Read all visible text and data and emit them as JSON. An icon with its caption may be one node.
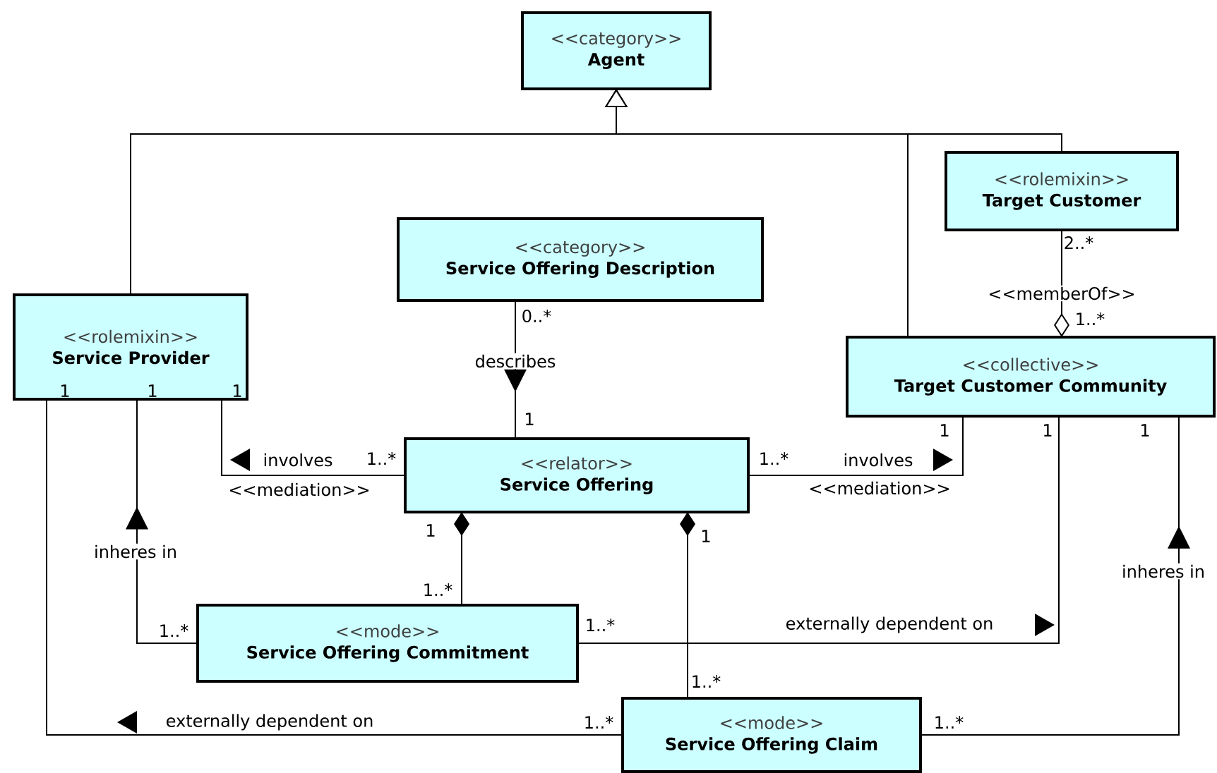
{
  "diagram": {
    "nodes": [
      {
        "text": [
          "<<category>>",
          "Agent"
        ]
      },
      {
        "text": [
          "<<rolemixin>>",
          "Target Customer"
        ]
      },
      {
        "text": [
          "<<category>>",
          "Service Offering Description"
        ]
      },
      {
        "text": [
          "<<rolemixin>>",
          "Service Provider"
        ]
      },
      {
        "text": [
          "<<collective>>",
          "Target Customer Community"
        ]
      },
      {
        "text": [
          "<<relator>>",
          "Service Offering"
        ]
      },
      {
        "text": [
          "<<mode>>",
          "Service Offering Commitment"
        ]
      },
      {
        "text": [
          "<<mode>>",
          "Service Offering Claim"
        ]
      }
    ],
    "edges": [
      {
        "from": 3,
        "to": 0,
        "arrow": "to"
      },
      {
        "from": 4,
        "to": 0,
        "arrow": "to"
      },
      {
        "from": 1,
        "to": 0,
        "arrow": "to"
      },
      {
        "from": 1,
        "to": 4,
        "arrow": "other",
        "label": "<<memberOf>>"
      },
      {
        "from": 2,
        "to": 5,
        "arrow": "to",
        "label": "describes"
      },
      {
        "from": 5,
        "to": 3,
        "arrow": "none",
        "label": "involves"
      },
      {
        "from": 5,
        "to": 4,
        "arrow": "none",
        "label": "involves"
      },
      {
        "from": 6,
        "to": 5,
        "arrow": "other"
      },
      {
        "from": 7,
        "to": 5,
        "arrow": "other"
      },
      {
        "from": 6,
        "to": 3,
        "arrow": "to",
        "label": "inheres in"
      },
      {
        "from": 6,
        "to": 4,
        "arrow": "none",
        "label": "externally dependent on"
      },
      {
        "from": 7,
        "to": 3,
        "arrow": "none",
        "label": "externally dependent on"
      },
      {
        "from": 7,
        "to": 4,
        "arrow": "to",
        "label": "inheres in"
      }
    ],
    "labels": [
      "2..*",
      "0..*",
      "1..*",
      "1",
      "1",
      "1",
      "1",
      "1",
      "1",
      "1",
      "1..*",
      "1..*",
      "<<mediation>>",
      "<<mediation>>",
      "1",
      "1",
      "1..*",
      "1..*",
      "1..*",
      "1..*",
      "1..*",
      "1..*"
    ]
  }
}
